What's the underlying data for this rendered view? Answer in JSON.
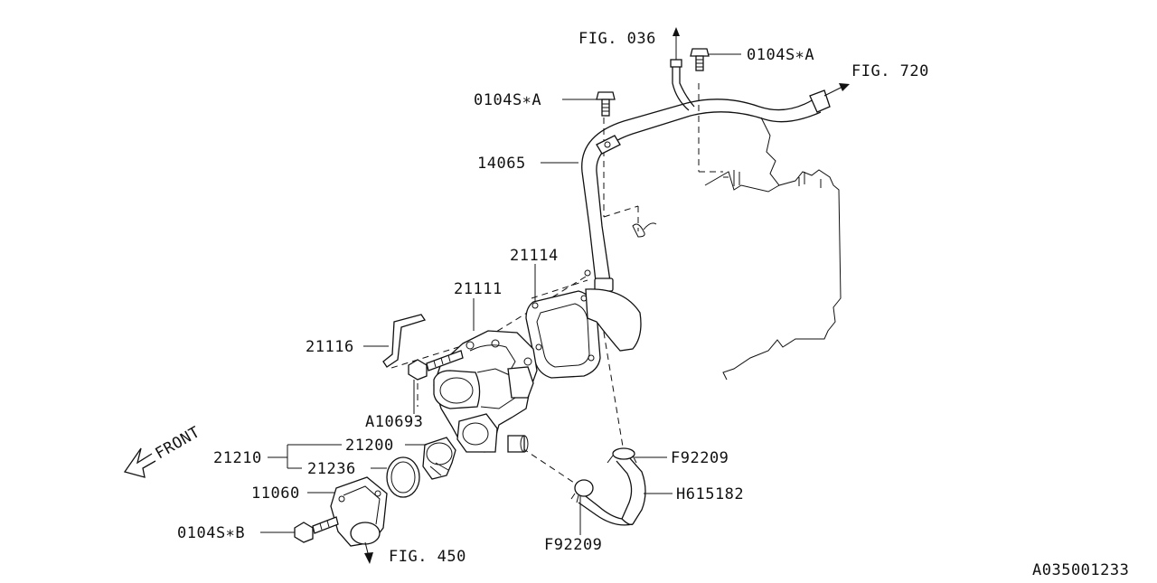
{
  "diagram_id": "A035001233",
  "front_label": "FRONT",
  "callouts": {
    "fig_036": "FIG. 036",
    "bolt_top_right": "0104S∗A",
    "fig_720": "FIG. 720",
    "bolt_top_left": "0104S∗A",
    "pipe": "14065",
    "gasket": "21114",
    "pump_body": "21111",
    "bracket": "21116",
    "bolt_pump": "A10693",
    "thermostat_assy": "21210",
    "thermostat": "21200",
    "thermostat_gasket": "21236",
    "thermostat_cover": "11060",
    "bolt_cover": "0104S∗B",
    "fig_450": "FIG. 450",
    "clamp_upper": "F92209",
    "hose": "H615182",
    "clamp_lower": "F92209"
  }
}
